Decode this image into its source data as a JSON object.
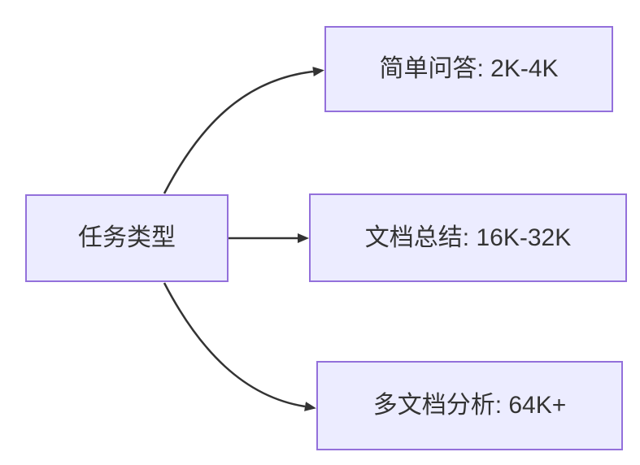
{
  "diagram": {
    "type": "flowchart-left-to-right",
    "root": {
      "label": "任务类型"
    },
    "children": [
      {
        "label": "简单问答: 2K-4K"
      },
      {
        "label": "文档总结: 16K-32K"
      },
      {
        "label": "多文档分析: 64K+"
      }
    ],
    "edges": [
      {
        "from": "任务类型",
        "to": "简单问答: 2K-4K"
      },
      {
        "from": "任务类型",
        "to": "文档总结: 16K-32K"
      },
      {
        "from": "任务类型",
        "to": "多文档分析: 64K+"
      }
    ],
    "colors": {
      "node_fill": "#ECECFF",
      "node_border": "#9370DB",
      "edge_stroke": "#333333",
      "text": "#333333",
      "background": "#FFFFFF"
    }
  }
}
